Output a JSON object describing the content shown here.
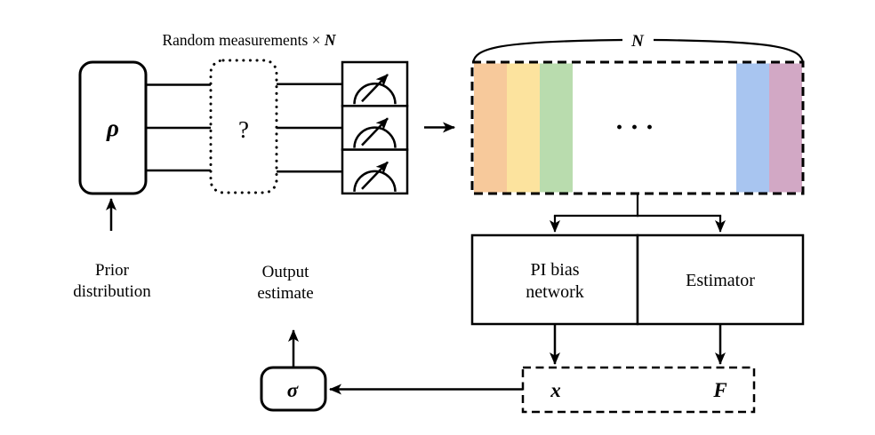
{
  "labels": {
    "random_measurements_prefix": "Random measurements × ",
    "random_measurements_n": "N",
    "brace_n": "N",
    "rho": "ρ",
    "question": "?",
    "ellipsis": "···",
    "pi_bias_line1": "PI bias",
    "pi_bias_line2": "network",
    "estimator": "Estimator",
    "x_symbol": "x",
    "f_symbol": "F",
    "sigma": "σ",
    "prior_line1": "Prior",
    "prior_line2": "distribution",
    "output_line1": "Output",
    "output_line2": "estimate"
  },
  "colors": {
    "background": "#ffffff",
    "ink": "#000000",
    "stripes": [
      "#f7c99b",
      "#fce39e",
      "#b9dcae",
      "#a8c5f0",
      "#d2a8c5"
    ]
  }
}
